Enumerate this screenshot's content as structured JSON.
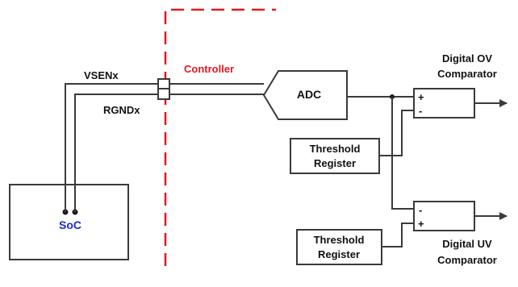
{
  "labels": {
    "vsen": "VSENx",
    "rgnd": "RGNDx",
    "controller": "Controller",
    "adc": "ADC",
    "soc": "SoC",
    "threshold_top": [
      "Threshold",
      "Register"
    ],
    "threshold_bottom": [
      "Threshold",
      "Register"
    ],
    "ov_title": [
      "Digital OV",
      "Comparator"
    ],
    "uv_title": [
      "Digital UV",
      "Comparator"
    ],
    "ov_plus": "+",
    "ov_minus": "-",
    "uv_minus": "-",
    "uv_plus": "+"
  },
  "colors": {
    "line": "#3a3a3a",
    "controller_boundary": "#e0191f",
    "soc_label": "#1a2ccc",
    "text": "#111111"
  }
}
